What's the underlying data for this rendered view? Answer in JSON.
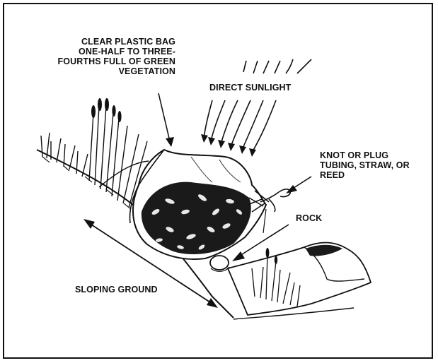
{
  "labels": {
    "bag": [
      "CLEAR PLASTIC BAG",
      "ONE-HALF TO THREE-",
      "FOURTHS FULL OF GREEN",
      "VEGETATION"
    ],
    "sunlight": "DIRECT SUNLIGHT",
    "knot": [
      "KNOT OR PLUG",
      "TUBING, STRAW, OR",
      "REED"
    ],
    "rock": "ROCK",
    "ground": "SLOPING GROUND"
  }
}
